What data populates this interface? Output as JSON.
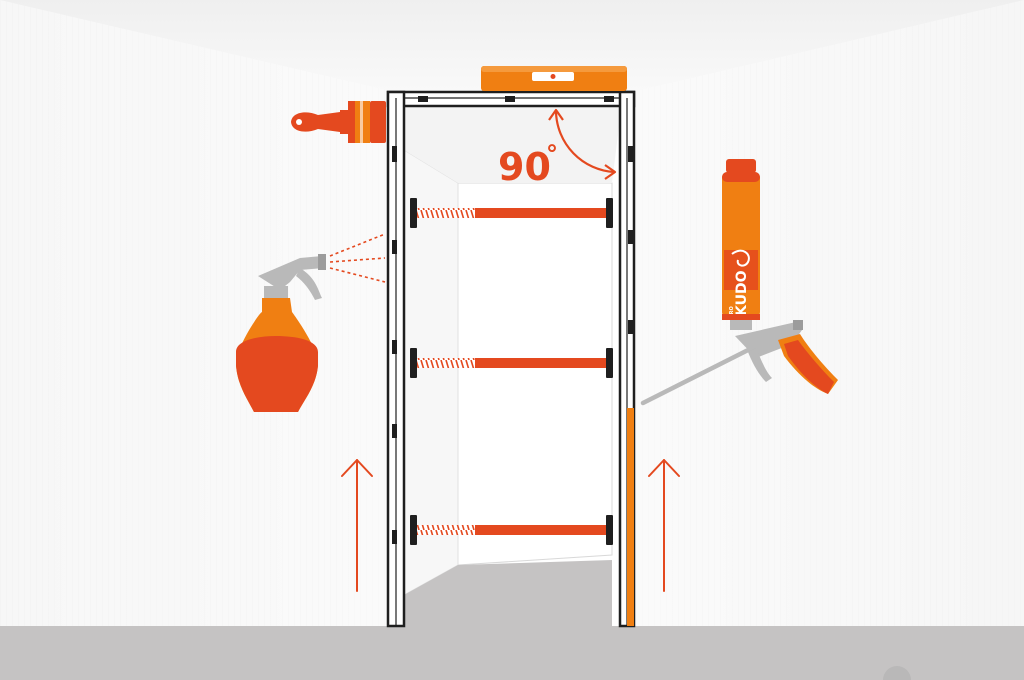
{
  "angle": {
    "value": "90",
    "degree_symbol": "°"
  },
  "foam_can": {
    "brand": "KUDO",
    "badge": "PRO"
  },
  "colors": {
    "orange": "#F07F12",
    "red_orange": "#E4491F",
    "dark_red": "#C8371A",
    "frame_black": "#1F1F1F",
    "floor_gray": "#C5C3C3",
    "wall_light": "#F6F6F6",
    "tool_gray": "#B9B9B9"
  },
  "icons": [
    "paint-brush-icon",
    "spray-bottle-icon",
    "spirit-level-icon",
    "foam-can-icon",
    "foam-gun-icon",
    "arrow-up-icon"
  ]
}
